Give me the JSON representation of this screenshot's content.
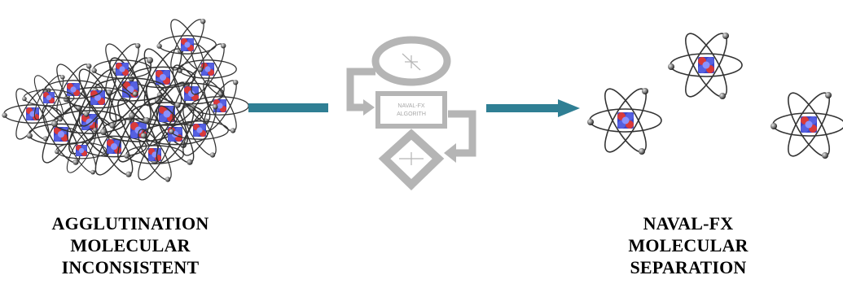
{
  "left_caption": {
    "line1": "AGGLUTINATION",
    "line2": "MOLECULAR",
    "line3": "INCONSISTENT"
  },
  "right_caption": {
    "line1": "NAVAL-FX",
    "line2": "MOLECULAR",
    "line3": "SEPARATION"
  },
  "flowchart": {
    "box_line1": "NAVAL-FX",
    "box_line2": "ALGORITH"
  },
  "colors": {
    "arrow": "#2f7f94",
    "flowchart_gray": "#b5b5b5",
    "orbit": "#333333",
    "nucleus_red": "#d93a3a",
    "nucleus_blue": "#4a56d8"
  },
  "icons": [
    "atom-icon",
    "arrow-right-icon",
    "flowchart-icon"
  ]
}
